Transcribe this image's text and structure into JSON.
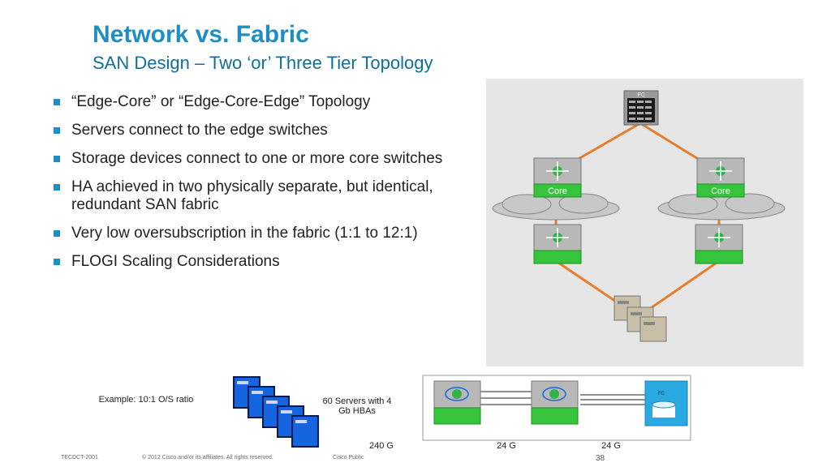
{
  "slide": {
    "title": "Network vs. Fabric",
    "subtitle": "SAN Design – Two ‘or’ Three Tier Topology",
    "bullets": [
      "“Edge-Core” or “Edge-Core-Edge” Topology",
      "Servers connect to the edge switches",
      "Storage devices connect to one or more core switches",
      "HA achieved in two physically separate, but identical, redundant SAN fabric",
      "Very low oversubscription in the fabric (1:1 to 12:1)",
      "FLOGI Scaling Considerations"
    ]
  },
  "diagram": {
    "storage_label": "FC",
    "core_left_label": "Core",
    "core_right_label": "Core",
    "link_color": "#e87d2a",
    "switch_color": "#35c43c"
  },
  "example": {
    "label": "Example: 10:1 O/S ratio",
    "servers_label": "60 Servers with 4 Gb HBAs",
    "storage_label": "FC",
    "bw_1": "240 G",
    "bw_2": "24 G",
    "bw_3": "24 G"
  },
  "footer": {
    "course": "TECDCT-2001",
    "copyright": "© 2012 Cisco and/or its affiliates. All rights reserved.",
    "classification": "Cisco Public",
    "page": "38"
  }
}
